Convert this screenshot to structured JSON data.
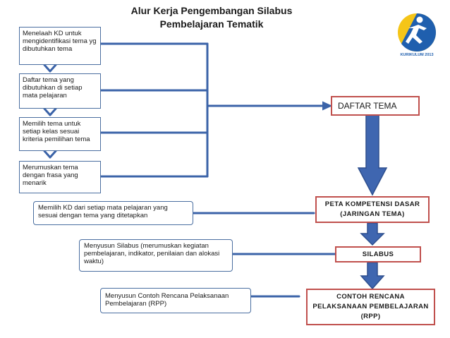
{
  "title": {
    "line1": "Alur Kerja Pengembangan Silabus",
    "line2": "Pembelajaran Tematik"
  },
  "left_steps": [
    "Menelaah KD untuk mengidentifikasi tema yg dibutuhkan tema",
    "Daftar tema yang dibutuhkan di setiap mata pelajaran",
    "Memilih tema untuk setiap kelas sesuai kriteria pemilihan tema",
    "Merumuskan tema dengan frasa yang menarik"
  ],
  "right_boxes": {
    "daftar_tema": "DAFTAR TEMA",
    "peta_kd_line1": "PETA KOMPETENSI DASAR",
    "peta_kd_line2": "(JARINGAN TEMA)",
    "silabus": "SILABUS",
    "rpp_line1": "CONTOH RENCANA",
    "rpp_line2": "PELAKSANAAN PEMBELAJARAN",
    "rpp_line3": "(RPP)"
  },
  "notes": {
    "memilih_kd": "Memilih KD dari setiap mata pelajaran yang sesuai dengan tema yang ditetapkan",
    "menyusun_silabus": "Menyusun Silabus (merumuskan kegiatan pembelajaran, indikator, penilaian dan alokasi waktu)",
    "menyusun_rpp": "Menyusun Contoh Rencana Pelaksanaan Pembelajaran (RPP)"
  },
  "logo": {
    "text": "KURIKULUM 2013",
    "colors": {
      "yellow": "#f5c518",
      "blue": "#1f5fae",
      "white": "#ffffff"
    }
  },
  "colors": {
    "line": "#3b63a8",
    "box_border_blue": "#4a6ea0",
    "box_border_red": "#c0504d",
    "arrow_fill": "#3f66b0"
  }
}
